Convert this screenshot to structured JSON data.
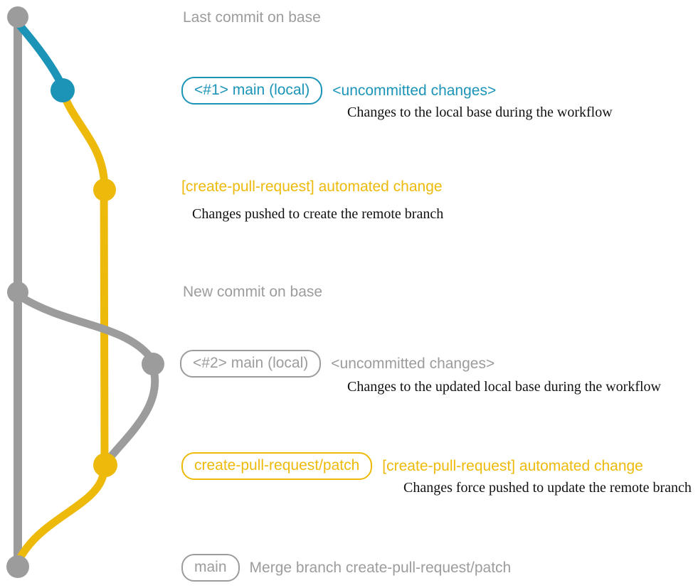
{
  "colors": {
    "gray": "#9c9c9c",
    "blue": "#1b94b8",
    "yellow": "#edba0b",
    "caption_text": "#111111"
  },
  "graph_icons": {
    "commit_node": "filled circle",
    "branch_edge": "thick curved line"
  },
  "commits": [
    {
      "label": "Last commit on base"
    },
    {
      "badge": "<#1> main (local)",
      "message": "<uncommitted changes>",
      "caption": "Changes to the local base during the workflow"
    },
    {
      "message": "[create-pull-request] automated change",
      "caption": "Changes pushed to create the remote branch"
    },
    {
      "label": "New commit on base"
    },
    {
      "badge": "<#2> main (local)",
      "message": "<uncommitted changes>",
      "caption": "Changes to the updated local base during the workflow"
    },
    {
      "badge": "create-pull-request/patch",
      "message": "[create-pull-request] automated change",
      "caption": "Changes force pushed to update the remote branch"
    },
    {
      "badge": "main",
      "message": "Merge branch create-pull-request/patch"
    }
  ]
}
